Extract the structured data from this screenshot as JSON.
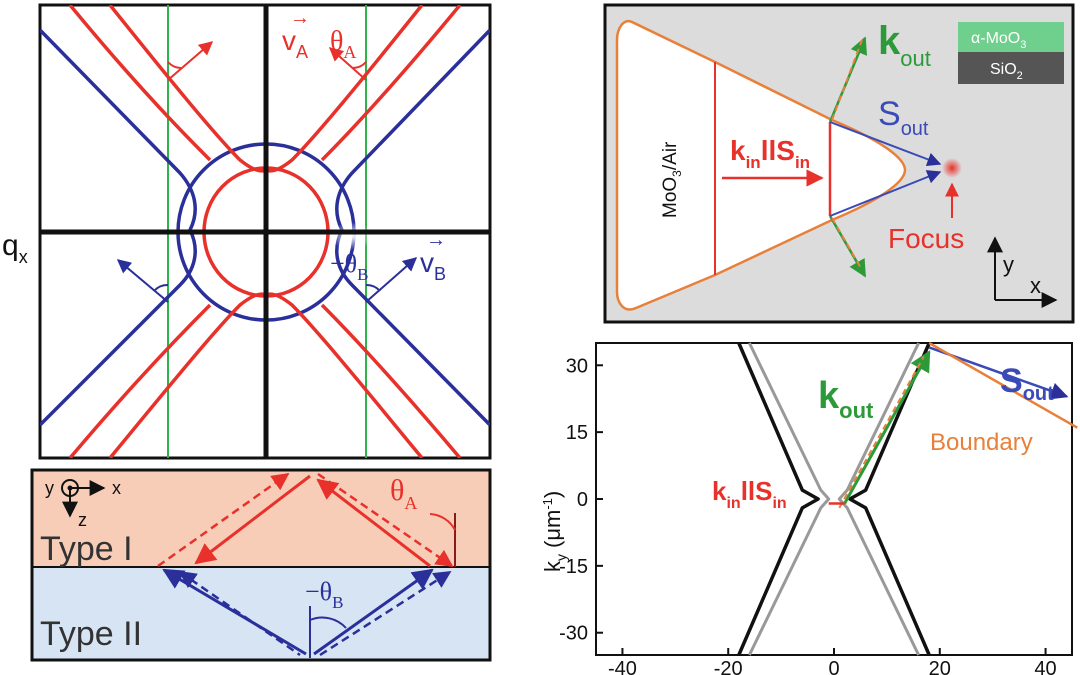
{
  "panel_a": {
    "axis_label_q": "q",
    "axis_label_sub": "x",
    "label_vA": "v",
    "label_vA_sub": "A",
    "label_thetaA": "θ",
    "label_thetaA_sub": "A",
    "label_minus_thetaB": "−θ",
    "label_minus_thetaB_sub": "B",
    "label_vB": "v",
    "label_vB_sub": "B",
    "colors": {
      "typeA": "#e8312a",
      "typeB": "#2a2f9a",
      "green": "#2db34a",
      "axis": "#111111"
    }
  },
  "panel_b": {
    "coord_y": "y",
    "coord_x": "x",
    "coord_z": "z",
    "type1_label": "Type I",
    "type2_label": "Type II",
    "thetaA": "θ",
    "thetaA_sub": "A",
    "minus_thetaB": "−θ",
    "minus_thetaB_sub": "B",
    "colors": {
      "type1_bg": "#f7cdb8",
      "type2_bg": "#d6e4f4"
    }
  },
  "panel_c": {
    "region_label": "MoO",
    "region_label_sub": "3",
    "region_label_tail": "/Air",
    "kin": "k",
    "kin_sub": "in",
    "par": "ll",
    "sin": "S",
    "sin_sub": "in",
    "kout": "k",
    "kout_sub": "out",
    "sout": "S",
    "sout_sub": "out",
    "focus": "Focus",
    "legend_top": "α-MoO",
    "legend_top_sub": "3",
    "legend_bottom": "SiO",
    "legend_bottom_sub": "2",
    "axis_y": "y",
    "axis_x": "x",
    "colors": {
      "bg": "#dcdcdc",
      "outline": "#e8803a",
      "legend_top": "#6fcf8c",
      "legend_bottom": "#555555"
    }
  },
  "panel_d": {
    "ylabel": "k",
    "ylabel_sub": "y",
    "ylabel_unit": "(μm",
    "ylabel_unit_sup": "-1",
    "ylabel_unit_tail": ")",
    "kout": "k",
    "kout_sub": "out",
    "sout": "S",
    "sout_sub": "out",
    "boundary": "Boundary",
    "kin": "k",
    "kin_sub": "in",
    "par": "ll",
    "sin": "S",
    "sin_sub": "in"
  },
  "chart_data": {
    "type": "line",
    "xlim": [
      -45,
      45
    ],
    "ylim": [
      -35,
      35
    ],
    "xticks": [
      -40,
      -20,
      0,
      20,
      40
    ],
    "yticks": [
      30,
      15,
      0,
      -15,
      -30
    ],
    "grid": false,
    "series": [
      {
        "color": "#111111",
        "x": [
          -18,
          -6,
          -3,
          -6,
          -18,
          null,
          18,
          6,
          3,
          6,
          18
        ],
        "y": [
          35,
          2,
          0,
          -2,
          -35,
          null,
          35,
          2,
          0,
          -2,
          -35
        ]
      },
      {
        "color": "#999999",
        "x": [
          -16,
          -2.5,
          -1,
          -2.5,
          -16,
          null,
          16,
          2.5,
          1,
          2.5,
          16
        ],
        "y": [
          35,
          2,
          0,
          -2,
          -35,
          null,
          35,
          2,
          0,
          -2,
          -35
        ]
      }
    ]
  }
}
